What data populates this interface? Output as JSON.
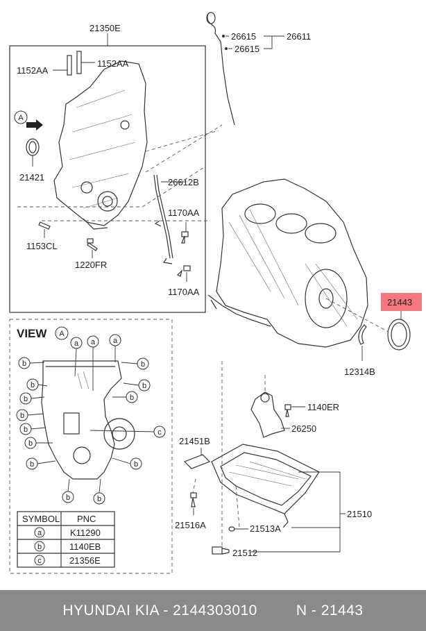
{
  "labels": {
    "cover_group": "21350E",
    "stud_a": "1152AA",
    "stud_b": "1152AA",
    "view_arrow": "A",
    "seal_left": "21421",
    "dowel": "1153CL",
    "bolt_1220": "1220FR",
    "dipstick_guide": "26612B",
    "bolt_1170_a": "1170AA",
    "bolt_1170_b": "1170AA",
    "dipstick_a": "26615",
    "dipstick_b": "26615",
    "dipstick_assy": "26611",
    "highlight_seal": "21443",
    "plate": "12314B",
    "bolt_1140er": "1140ER",
    "strainer": "26250",
    "pan_bracket": "21451B",
    "oil_pan": "21510",
    "bolt_21516a": "21516A",
    "gasket_21513a": "21513A",
    "drain_plug": "21512"
  },
  "view": {
    "title": "VIEW",
    "letter": "A",
    "markers": [
      "a",
      "b",
      "c"
    ]
  },
  "table": {
    "headers": [
      "SYMBOL",
      "PNC"
    ],
    "rows": [
      {
        "symbol": "a",
        "pnc": "K11290"
      },
      {
        "symbol": "b",
        "pnc": "1140EB"
      },
      {
        "symbol": "c",
        "pnc": "21356E"
      }
    ]
  },
  "footer": {
    "left": "HYUNDAI  KIA - 2144303010",
    "right": "N - 21443"
  },
  "colors": {
    "highlight": "#f4777f",
    "footer_bg": "#8a8a8a",
    "line": "#333333"
  }
}
